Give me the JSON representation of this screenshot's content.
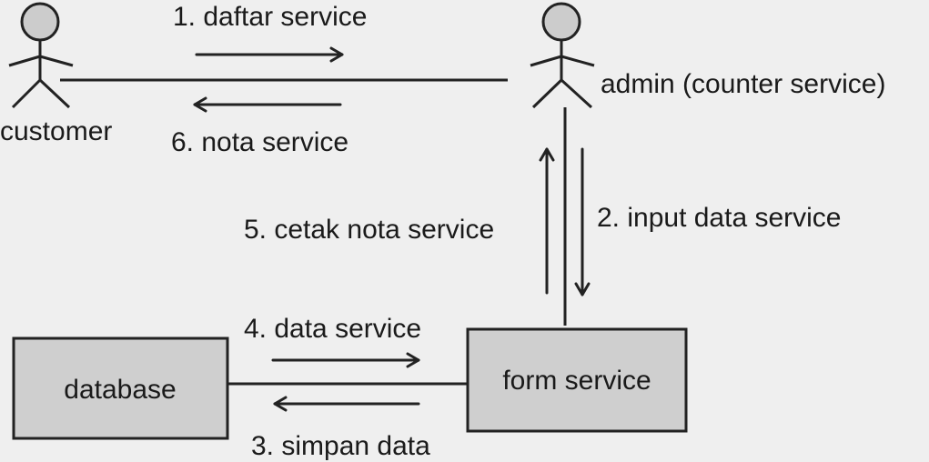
{
  "actors": {
    "customer": {
      "label": "customer"
    },
    "admin": {
      "label": "admin (counter service)"
    }
  },
  "components": {
    "database": {
      "label": "database"
    },
    "form_service": {
      "label": "form service"
    }
  },
  "messages": [
    {
      "id": "m1",
      "label": "1. daftar service"
    },
    {
      "id": "m2",
      "label": "2. input data service"
    },
    {
      "id": "m3",
      "label": "3. simpan data"
    },
    {
      "id": "m4",
      "label": "4. data service"
    },
    {
      "id": "m5",
      "label": "5. cetak nota service"
    },
    {
      "id": "m6",
      "label": "6. nota service"
    }
  ],
  "colors": {
    "background": "#efefef",
    "box_fill": "#cfcfcf",
    "actor_head_fill": "#cccccc",
    "stroke": "#222222",
    "text": "#1a1a1a"
  }
}
